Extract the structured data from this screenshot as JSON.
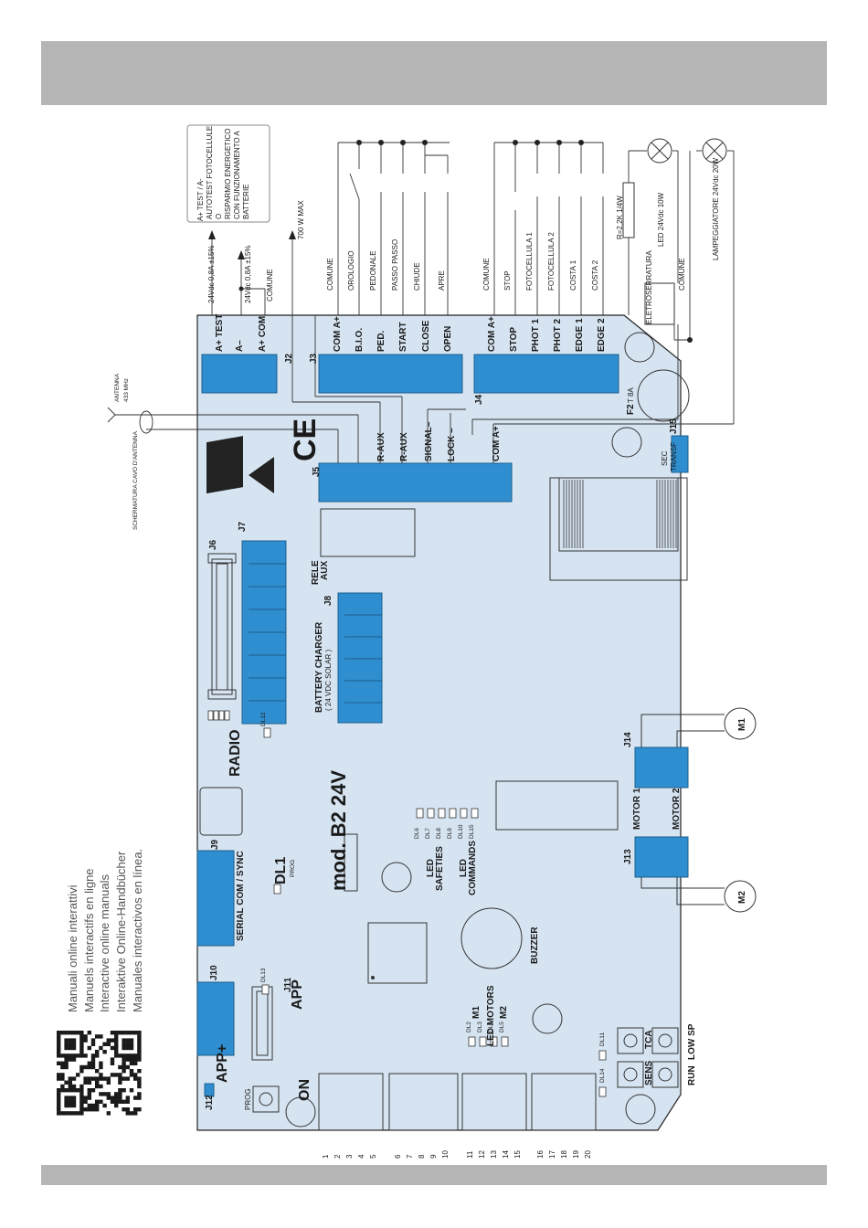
{
  "manuals": {
    "lines": [
      "Manuali online interattivi",
      "Manuels interactifs en ligne",
      "Interactive online manuals",
      "Interaktive Online-Handbücher",
      "Manuales interactivos en línea."
    ]
  },
  "board": {
    "model": "mod. B2 24V",
    "radio": "RADIO",
    "app": "APP",
    "app_plus": "APP+",
    "on": "ON",
    "prog": "PROG",
    "dl1": "DL1",
    "dl1_prog": "PROG",
    "serial": "SERIAL COM / SYNC",
    "battery": "BATTERY CHARGER",
    "battery_sub": "( 24 VDC SOLAR )",
    "rele": "RELE",
    "rele_aux": "AUX",
    "buzzer": "BUZZER",
    "led_safeties": "LED",
    "led_safeties2": "SAFETIES",
    "led_commands": "LED",
    "led_commands2": "COMMANDS",
    "led_motors": "LED MOTORS",
    "m1": "M1",
    "m2": "M2",
    "motor1": "MOTOR 1",
    "motor2": "MOTOR 2",
    "sens": "SENS",
    "tca": "TCA",
    "run": "RUN",
    "low_sp": "LOW SP",
    "sec_transf": "SEC",
    "sec_transf2": "TRANSF",
    "f2": "F2",
    "f2_val": "T 8A",
    "ce": "CE"
  },
  "connectors": {
    "j2": "J2",
    "j3": "J3",
    "j4": "J4",
    "j5": "J5",
    "j6": "J6",
    "j7": "J7",
    "j8": "J8",
    "j9": "J9",
    "j10": "J10",
    "j11": "J11",
    "j12": "J12",
    "j13": "J13",
    "j14": "J14",
    "j15": "J15"
  },
  "dl_labels": [
    "DL2",
    "DL3",
    "DL4",
    "DL5",
    "DL6",
    "DL7",
    "DL8",
    "DL9",
    "DL10",
    "DL15",
    "DL11",
    "DL12",
    "DL13",
    "DL14"
  ],
  "j2_pins": [
    "A+ TEST",
    "A–",
    "A+ COM"
  ],
  "j3_pins": [
    "COM A+",
    "B.I.O.",
    "PED.",
    "START",
    "CLOSE",
    "OPEN"
  ],
  "j4_pins": [
    "COM A+",
    "STOP",
    "PHOT 1",
    "PHOT 2",
    "EDGE 1",
    "EDGE 2"
  ],
  "j5_pins": [
    "R-AUX",
    "R-AUX",
    "SIGNAL–",
    "LOCK –",
    "COM A+"
  ],
  "terminal_numbers": [
    "1",
    "2",
    "3",
    "4",
    "5",
    "6",
    "7",
    "8",
    "9",
    "10",
    "11",
    "12",
    "13",
    "14",
    "15",
    "16",
    "17",
    "18",
    "19",
    "20"
  ],
  "wiring": {
    "test_title": "A+ TEST / A-",
    "test_lines": [
      "AUTOTEST FOTOCELLULE",
      "O",
      "RISPARMIO ENERGETICO",
      "CON FUNZIONAMENTO A",
      "BATTERIE"
    ],
    "v1": "24Vdc 0,8A ±15%",
    "v2": "24Vdc 0,8A ±15%",
    "comune1": "COMUNE",
    "max700": "700 W MAX",
    "j3_wires": [
      "COMUNE",
      "OROLOGIO",
      "PEDONALE",
      "PASSO PASSO",
      "CHIUDE",
      "APRE"
    ],
    "j4_wires": [
      "COMUNE",
      "STOP",
      "FOTOCELLULA 1",
      "FOTOCELLULA 2",
      "COSTA 1",
      "COSTA 2"
    ],
    "resistor": "R=2,2K 1/4W",
    "led24": "LED 24Vdc 10W",
    "lampeggiatore": "LAMPEGGIATORE 24Vdc 20W",
    "elettroserratura": "ELETROSERRATURA",
    "comune2": "COMUNE",
    "antenna": "ANTENNA",
    "antenna_freq": "433 MHz",
    "schermatura": "SCHERMATURA CAVO D'ANTENNA"
  },
  "colors": {
    "board": "#d6e4f2",
    "connector": "#2f8ecf",
    "header": "#b5b5b5"
  }
}
